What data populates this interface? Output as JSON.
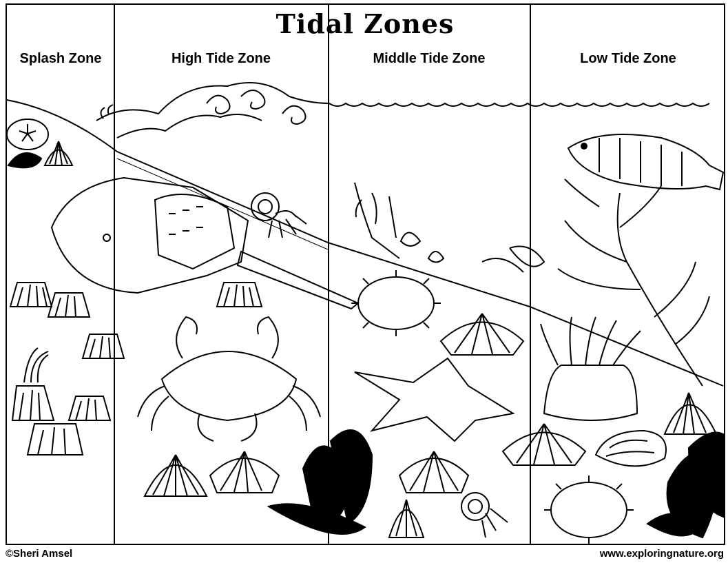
{
  "title": "Tidal Zones",
  "zones": [
    {
      "label": "Splash Zone"
    },
    {
      "label": "High Tide Zone"
    },
    {
      "label": "Middle Tide Zone"
    },
    {
      "label": "Low Tide Zone"
    }
  ],
  "credit_left": "©Sheri Amsel",
  "credit_right": "www.exploringnature.org"
}
